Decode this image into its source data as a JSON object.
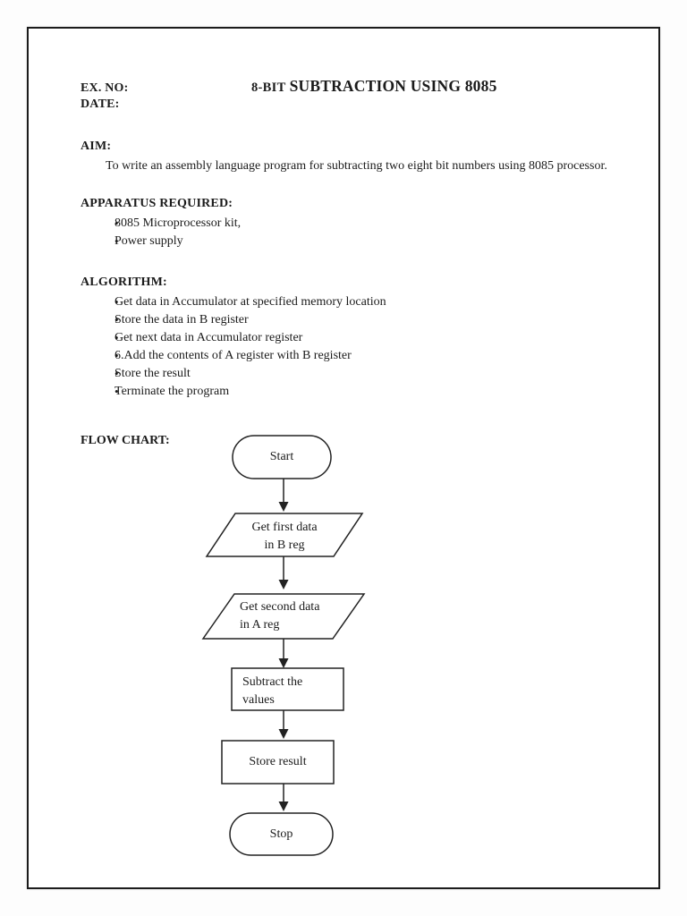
{
  "glyphs": {
    "bullet": "•"
  },
  "header": {
    "ex_no": "EX. NO:",
    "date": "DATE:",
    "title_prefix": "8-BIT",
    "title_main": "SUBTRACTION USING 8085"
  },
  "aim": {
    "heading": "AIM:",
    "text": "To write an assembly language program for subtracting two eight bit numbers using 8085 processor."
  },
  "apparatus": {
    "heading": "APPARATUS REQUIRED:",
    "items": [
      "8085 Microprocessor kit,",
      "Power supply"
    ]
  },
  "algorithm": {
    "heading": "ALGORITHM:",
    "items": [
      "Get data in Accumulator at specified memory location",
      "Store the data in B register",
      "Get next data in Accumulator register",
      "6.Add the contents of A register with B register",
      "Store the result",
      "Terminate the program"
    ]
  },
  "flowchart": {
    "heading": "FLOW CHART:",
    "nodes": [
      {
        "type": "terminator",
        "label": "Start"
      },
      {
        "type": "input-output",
        "label": "Get first data\nin B reg"
      },
      {
        "type": "input-output",
        "label": "Get second data\nin A reg"
      },
      {
        "type": "process",
        "label": "Subtract the\nvalues"
      },
      {
        "type": "process",
        "label": "Store result"
      },
      {
        "type": "terminator",
        "label": "Stop"
      }
    ]
  }
}
